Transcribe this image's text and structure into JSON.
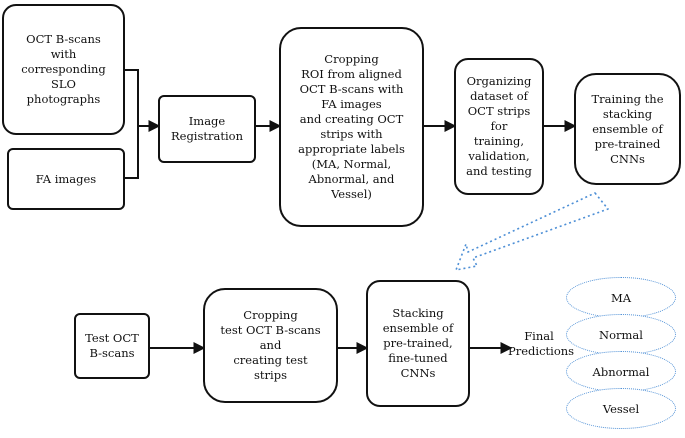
{
  "colors": {
    "stroke": "#111111",
    "dotted_outline": "#4d8fd6"
  },
  "nodes": {
    "oct_slo": "OCT B-scans\nwith\ncorresponding\nSLO\nphotographs",
    "fa": "FA images",
    "registration": "Image\nRegistration",
    "cropping_roi": "Cropping\nROI from aligned\nOCT B-scans with\nFA images\nand creating OCT\nstrips with\nappropriate labels\n(MA, Normal,\nAbnormal, and\nVessel)",
    "organizing": "Organizing\ndataset of\nOCT strips\nfor\ntraining,\nvalidation,\nand testing",
    "training": "Training the\nstacking\nensemble of\npre-trained\nCNNs",
    "test_oct": "Test OCT\nB-scans",
    "cropping_test": "Cropping\ntest OCT B-scans\nand\ncreating test\nstrips",
    "stacking": "Stacking\nensemble of\npre-trained,\nfine-tuned\nCNNs",
    "final": "Final\nPredictions"
  },
  "outcomes": [
    "MA",
    "Normal",
    "Abnormal",
    "Vessel"
  ]
}
